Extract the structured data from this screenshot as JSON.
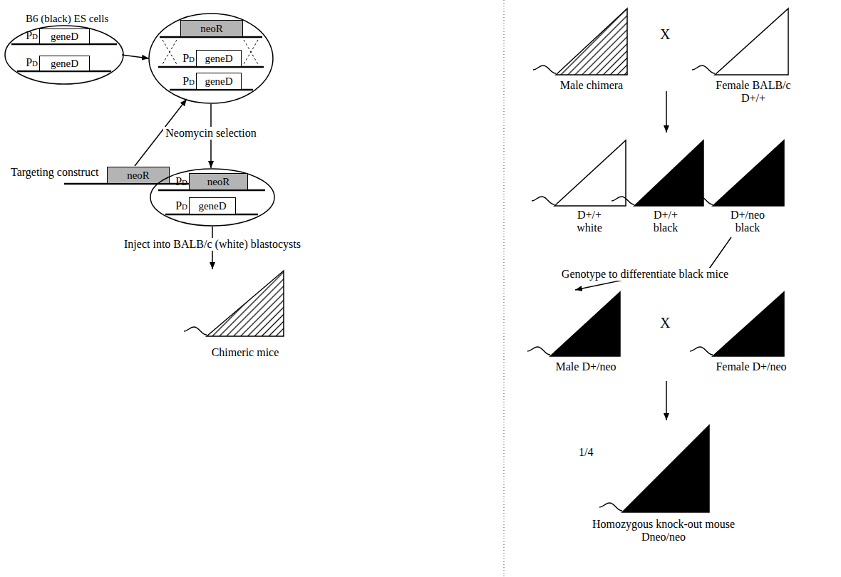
{
  "diagram": {
    "nodes": [
      {
        "text": [
          "B6 (black) ES cells"
        ]
      },
      {
        "text": [
          "PD",
          "geneD"
        ],
        "in": 0
      },
      {
        "text": [
          "PD",
          "geneD"
        ],
        "in": 0
      },
      {
        "text": [
          "neoR"
        ]
      },
      {
        "text": []
      },
      {
        "text": [
          "neoR"
        ],
        "in": 4
      },
      {
        "text": [
          "PD",
          "geneD"
        ],
        "in": 4
      },
      {
        "text": [
          "PD",
          "geneD"
        ],
        "in": 4
      },
      {
        "text": []
      },
      {
        "text": [
          "PD",
          "neoR"
        ],
        "in": 8
      },
      {
        "text": [
          "PD",
          "geneD"
        ],
        "in": 8
      },
      {
        "text": [
          "Chimeric mice"
        ]
      },
      {
        "text": [
          "Male chimera"
        ]
      },
      {
        "text": [
          "Female BALB/c D+/+"
        ]
      },
      {
        "text": [
          "D+/+ white"
        ]
      },
      {
        "text": [
          "D+/+ black"
        ]
      },
      {
        "text": [
          "D+/neo black"
        ]
      },
      {
        "text": [
          "Male D+/neo"
        ]
      },
      {
        "text": [
          "Female D+/neo"
        ]
      },
      {
        "text": [
          "Homozygous knock-out mouse Dneo/neo"
        ]
      }
    ],
    "edges": [
      {
        "from": 0,
        "to": 4,
        "arrow": "to"
      },
      {
        "from": 3,
        "to": 4,
        "arrow": "to"
      },
      {
        "from": 4,
        "to": 8,
        "arrow": "to",
        "label": "Neomycin selection"
      },
      {
        "from": 8,
        "to": 11,
        "arrow": "to",
        "label": "Inject into BALB/c (white) blastocysts"
      },
      {
        "from": 16,
        "to": 17,
        "arrow": "to",
        "label": "Genotype to differentiate black mice"
      }
    ],
    "labels": [
      "Targeting construct",
      "X",
      "X",
      "1/4"
    ]
  }
}
